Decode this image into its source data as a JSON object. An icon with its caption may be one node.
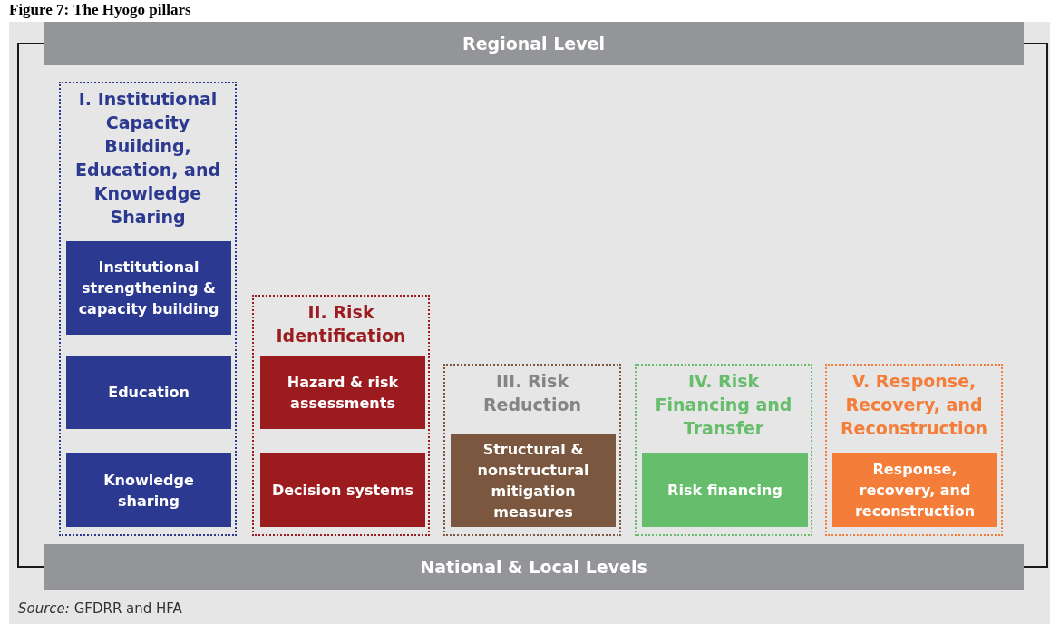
{
  "diagram": {
    "title": "Figure 7: The Hyogo pillars",
    "caption": "*Source:* GFDRR and HFA",
    "nodes": [
      {
        "text": [
          "Regional Level"
        ]
      },
      {
        "text": [
          "I. Institutional Capacity Building, Education, and Knowledge Sharing"
        ]
      },
      {
        "text": [
          "Institutional strengthening & capacity building"
        ],
        "in": 1
      },
      {
        "text": [
          "Education"
        ],
        "in": 1
      },
      {
        "text": [
          "Knowledge sharing"
        ],
        "in": 1
      },
      {
        "text": [
          "II. Risk Identification"
        ]
      },
      {
        "text": [
          "Hazard & risk assessments"
        ],
        "in": 5
      },
      {
        "text": [
          "Decision systems"
        ],
        "in": 5
      },
      {
        "text": [
          "III. Risk Reduction"
        ]
      },
      {
        "text": [
          "Structural & nonstructural mitigation measures"
        ],
        "in": 8
      },
      {
        "text": [
          "IV. Risk Financing and Transfer"
        ]
      },
      {
        "text": [
          "Risk financing"
        ],
        "in": 10
      },
      {
        "text": [
          "V. Response, Recovery, and Reconstruction"
        ]
      },
      {
        "text": [
          "Response, recovery, and reconstruction"
        ],
        "in": 12
      },
      {
        "text": [
          "National & Local Levels"
        ]
      }
    ],
    "edges": [
      {
        "from": 0,
        "to": 14,
        "arrow": "none"
      },
      {
        "from": 0,
        "to": 14,
        "arrow": "none"
      }
    ]
  }
}
